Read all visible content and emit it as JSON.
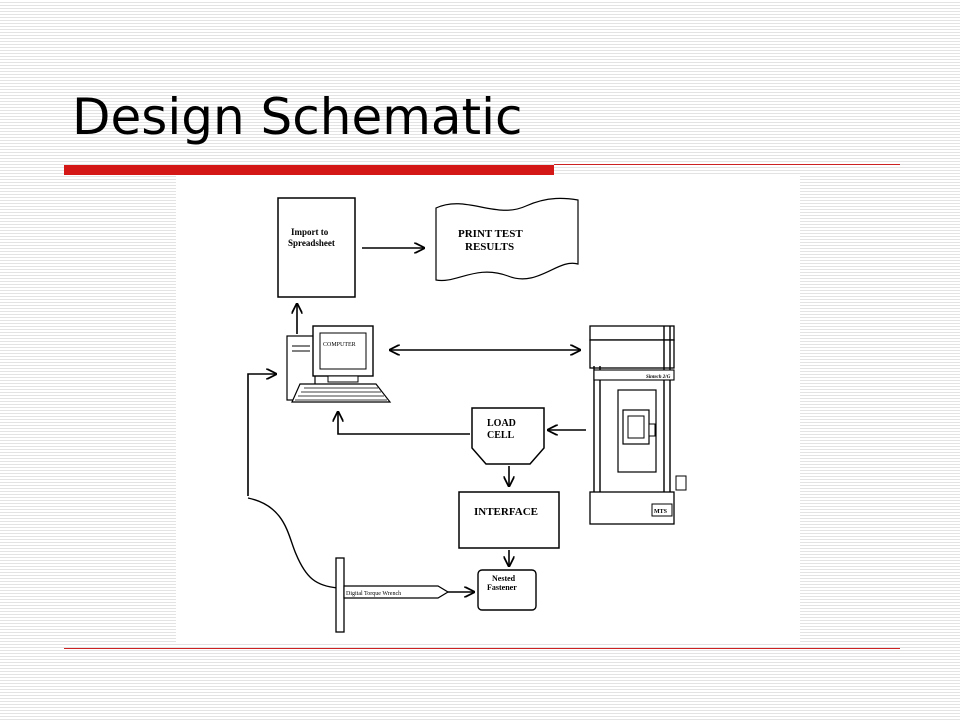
{
  "slide": {
    "title": "Design Schematic",
    "accent_color": "#d41717"
  },
  "diagram": {
    "nodes": {
      "spreadsheet": [
        "Import to",
        "Spreadsheet"
      ],
      "print_results": [
        "PRINT TEST",
        "RESULTS"
      ],
      "computer": "COMPUTER",
      "load_cell": [
        "LOAD",
        "CELL"
      ],
      "interface": "INTERFACE",
      "nested_fastener": [
        "Nested",
        "Fastener"
      ],
      "torque_wrench": "Digital Torque Wrench",
      "machine_brand": "Sintech 2/G",
      "machine_badge": "MTS"
    }
  }
}
